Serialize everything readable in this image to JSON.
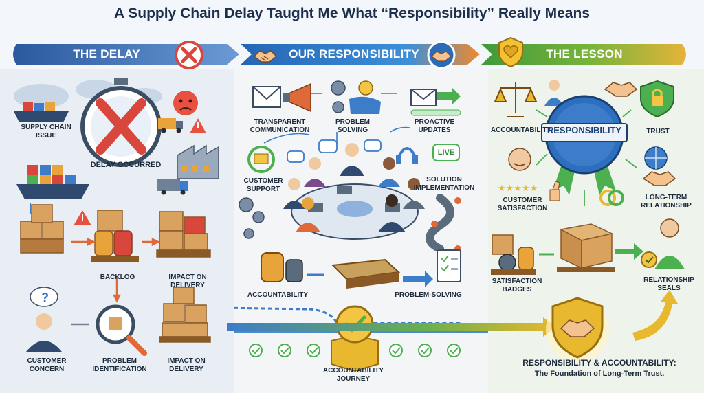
{
  "title": "A Supply Chain Delay Taught Me What “Responsibility” Really Means",
  "sections": {
    "delay": "THE DELAY",
    "responsibility": "OUR RESPONSIBILITY",
    "lesson": "THE LESSON"
  },
  "delay_labels": {
    "supply_chain_issue": "SUPPLY CHAIN ISSUE",
    "delay_occurred": "DELAY OCCURRED",
    "backlog": "BACKLOG",
    "impact_on_delivery_1": "IMPACT ON DELIVERY",
    "customer_concern": "CUSTOMER CONCERN",
    "problem_identification": "PROBLEM IDENTIFICATION",
    "impact_on_delivery_2": "IMPACT ON DELIVERY"
  },
  "responsibility_labels": {
    "transparent_communication": "TRANSPARENT COMMUNICATION",
    "problem_solving_top": "PROBLEM SOLVING",
    "proactive_updates": "PROACTIVE UPDATES",
    "customer_support": "CUSTOMER SUPPORT",
    "solution_implementation": "SOLUTION IMPLEMENTATION",
    "live": "LIVE",
    "accountability": "ACCOUNTABILITY",
    "problem_solving_bottom": "PROBLEM-SOLVING",
    "accountability_journey": "ACCOUNTABILITY JOURNEY"
  },
  "lesson_labels": {
    "accountability": "ACCOUNTABILITY",
    "responsibility_badge": "RESPONSIBILITY",
    "trust": "TRUST",
    "customer_satisfaction": "CUSTOMER SATISFACTION",
    "long_term_relationship": "LONG-TERM RELATIONSHIP",
    "satisfaction_badges": "SATISFACTION BADGES",
    "relationship_seals": "RELATIONSHIP SEALS"
  },
  "footer": {
    "line1": "RESPONSIBILITY & ACCOUNTABILITY:",
    "line2": "The Foundation of Long-Term Trust."
  },
  "colors": {
    "delay_banner": "#3f6fb0",
    "responsibility_banner": "#2d7bc4",
    "lesson_banner": "#5aa53c",
    "lesson_banner_end": "#e2b23a",
    "accent_red": "#d9463b",
    "accent_green": "#4caf50",
    "accent_gold": "#e8b82e"
  }
}
